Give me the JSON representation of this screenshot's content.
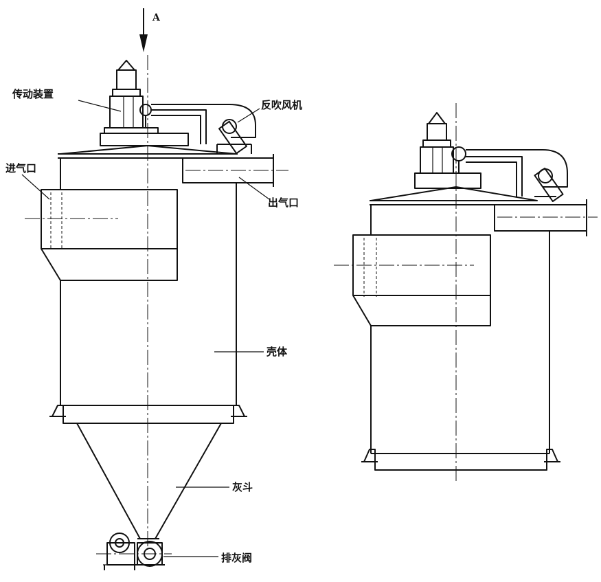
{
  "labels": {
    "view_arrow": "A",
    "drive_device": "传动装置",
    "reverse_blower": "反吹风机",
    "inlet": "进气口",
    "outlet": "出气口",
    "shell": "壳体",
    "ash_hopper": "灰斗",
    "ash_valve": "排灰阀"
  }
}
